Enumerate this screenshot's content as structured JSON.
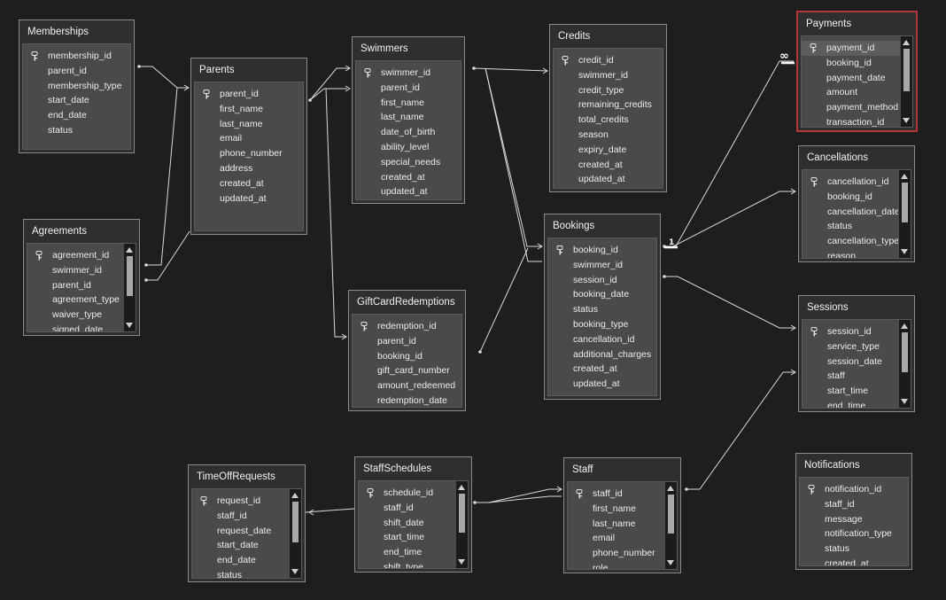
{
  "tables": [
    {
      "id": "memberships",
      "title": "Memberships",
      "columns": [
        "membership_id",
        "parent_id",
        "membership_type",
        "start_date",
        "end_date",
        "status"
      ],
      "key_index": 0,
      "scroll": false
    },
    {
      "id": "parents",
      "title": "Parents",
      "columns": [
        "parent_id",
        "first_name",
        "last_name",
        "email",
        "phone_number",
        "address",
        "created_at",
        "updated_at"
      ],
      "key_index": 0,
      "scroll": false
    },
    {
      "id": "agreements",
      "title": "Agreements",
      "columns": [
        "agreement_id",
        "swimmer_id",
        "parent_id",
        "agreement_type",
        "waiver_type",
        "signed_date"
      ],
      "key_index": 0,
      "scroll": true
    },
    {
      "id": "swimmers",
      "title": "Swimmers",
      "columns": [
        "swimmer_id",
        "parent_id",
        "first_name",
        "last_name",
        "date_of_birth",
        "ability_level",
        "special_needs",
        "created_at",
        "updated_at"
      ],
      "key_index": 0,
      "scroll": false
    },
    {
      "id": "credits",
      "title": "Credits",
      "columns": [
        "credit_id",
        "swimmer_id",
        "credit_type",
        "remaining_credits",
        "total_credits",
        "season",
        "expiry_date",
        "created_at",
        "updated_at"
      ],
      "key_index": 0,
      "scroll": false
    },
    {
      "id": "payments",
      "title": "Payments",
      "columns": [
        "payment_id",
        "booking_id",
        "payment_date",
        "amount",
        "payment_method",
        "transaction_id"
      ],
      "key_index": 0,
      "scroll": true,
      "selected": true
    },
    {
      "id": "cancellations",
      "title": "Cancellations",
      "columns": [
        "cancellation_id",
        "booking_id",
        "cancellation_date",
        "status",
        "cancellation_type",
        "reason"
      ],
      "key_index": 0,
      "scroll": true
    },
    {
      "id": "bookings",
      "title": "Bookings",
      "columns": [
        "booking_id",
        "swimmer_id",
        "session_id",
        "booking_date",
        "status",
        "booking_type",
        "cancellation_id",
        "additional_charges",
        "created_at",
        "updated_at"
      ],
      "key_index": 0,
      "scroll": false
    },
    {
      "id": "giftcard",
      "title": "GiftCardRedemptions",
      "columns": [
        "redemption_id",
        "parent_id",
        "booking_id",
        "gift_card_number",
        "amount_redeemed",
        "redemption_date"
      ],
      "key_index": 0,
      "scroll": false
    },
    {
      "id": "sessions",
      "title": "Sessions",
      "columns": [
        "session_id",
        "service_type",
        "session_date",
        "staff",
        "start_time",
        "end_time"
      ],
      "key_index": 0,
      "scroll": true
    },
    {
      "id": "timeoff",
      "title": "TimeOffRequests",
      "columns": [
        "request_id",
        "staff_id",
        "request_date",
        "start_date",
        "end_date",
        "status"
      ],
      "key_index": 0,
      "scroll": true
    },
    {
      "id": "staffschedules",
      "title": "StaffSchedules",
      "columns": [
        "schedule_id",
        "staff_id",
        "shift_date",
        "start_time",
        "end_time",
        "shift_type"
      ],
      "key_index": 0,
      "scroll": true
    },
    {
      "id": "staff",
      "title": "Staff",
      "columns": [
        "staff_id",
        "first_name",
        "last_name",
        "email",
        "phone_number",
        "role"
      ],
      "key_index": 0,
      "scroll": true
    },
    {
      "id": "notifications",
      "title": "Notifications",
      "columns": [
        "notification_id",
        "staff_id",
        "message",
        "notification_type",
        "status",
        "created_at"
      ],
      "key_index": 0,
      "scroll": false
    }
  ],
  "cardinality_labels": {
    "many": "∞",
    "one": "1"
  },
  "colors": {
    "background": "#1e1e1e",
    "line": "#d9d9d9",
    "selected_border": "#b3343a",
    "row_bg": "#4a4a4a"
  }
}
